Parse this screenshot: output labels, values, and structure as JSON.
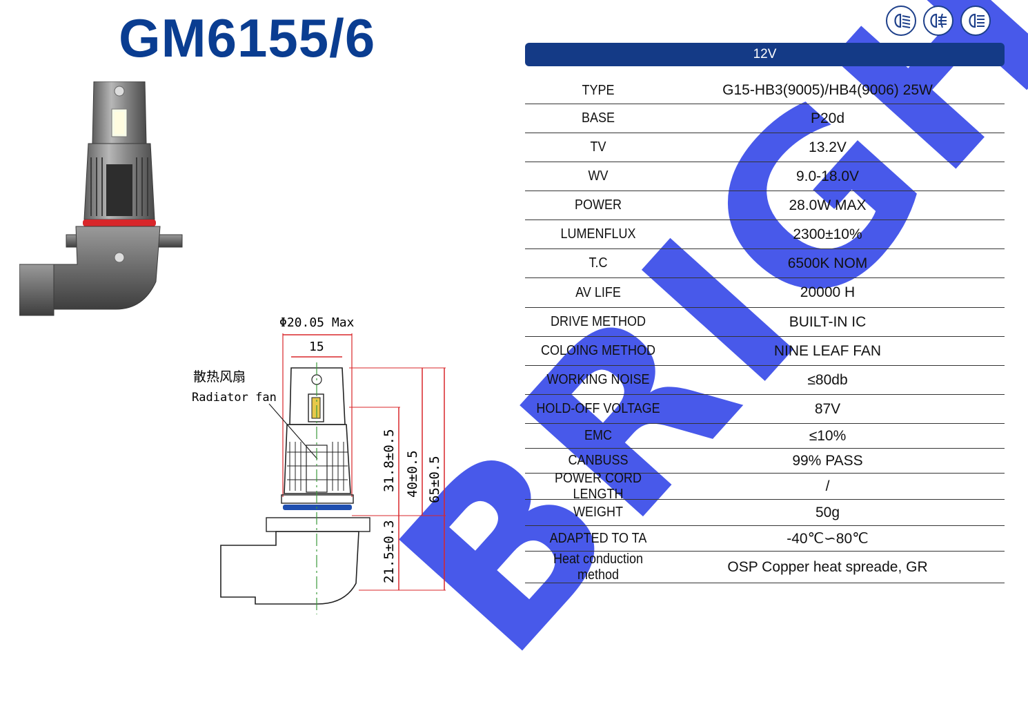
{
  "watermark": "BRIGHT",
  "title": "GM6155/6",
  "icons": [
    "low-beam-icon",
    "fog-light-icon",
    "high-beam-icon"
  ],
  "voltage_header": "12V",
  "specs": [
    {
      "label": "TYPE",
      "value": "G15-HB3(9005)/HB4(9006) 25W"
    },
    {
      "label": "BASE",
      "value": "P20d"
    },
    {
      "label": "TV",
      "value": "13.2V"
    },
    {
      "label": "WV",
      "value": "9.0-18.0V"
    },
    {
      "label": "POWER",
      "value": "28.0W MAX"
    },
    {
      "label": "LUMENFLUX",
      "value": "2300±10%"
    },
    {
      "label": "T.C",
      "value": "6500K  NOM"
    },
    {
      "label": "AV LIFE",
      "value": "20000 H"
    },
    {
      "label": "DRIVE METHOD",
      "value": "BUILT-IN IC"
    },
    {
      "label": "COLOING METHOD",
      "value": "NINE LEAF FAN"
    },
    {
      "label": "WORKING NOISE",
      "value": "≤80db"
    },
    {
      "label": "HOLD-OFF VOLTAGE",
      "value": "87V"
    },
    {
      "label": "EMC",
      "value": "≤10%"
    },
    {
      "label": "CANBUSS",
      "value": "99% PASS"
    },
    {
      "label": "POWER CORD LENGTH",
      "value": "/"
    },
    {
      "label": "WEIGHT",
      "value": "50g"
    },
    {
      "label": "ADAPTED TO TA",
      "value": "-40℃∽80℃"
    },
    {
      "label": "Heat conduction method",
      "value": "OSP Copper heat spreade, GR"
    }
  ],
  "drawing": {
    "diameter": "Φ20.05 Max",
    "width": "15",
    "fan_cn": "散热风扇",
    "fan_en": "Radiator fan",
    "dim1": "31.8±0.5",
    "dim2": "40±0.5",
    "dim3": "65±0.5",
    "dim4": "21.5±0.3"
  },
  "colors": {
    "title": "#0a3d91",
    "header_bar": "#143a86",
    "watermark": "#2a3ce6",
    "ring": "#d8262a",
    "dim_red": "#d8262a",
    "seal_blue": "#1f4fb0"
  }
}
